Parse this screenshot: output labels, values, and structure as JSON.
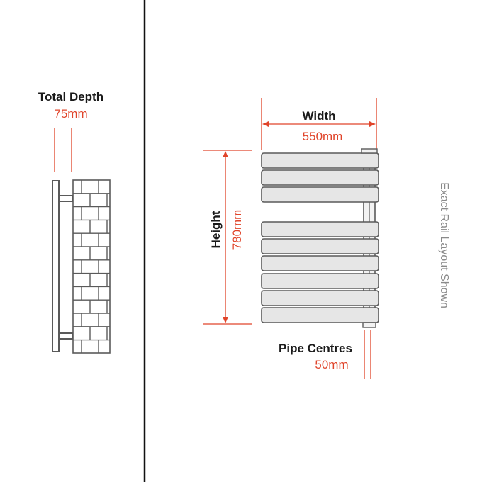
{
  "depth": {
    "label": "Total Depth",
    "value": "75mm"
  },
  "width": {
    "label": "Width",
    "value": "550mm"
  },
  "height": {
    "label": "Height",
    "value": "780mm"
  },
  "pipe_centres": {
    "label": "Pipe Centres",
    "value": "50mm"
  },
  "side_note": "Exact Rail Layout Shown",
  "colors": {
    "dimension_line": "#e0442a",
    "outline": "#5a5a5a",
    "rail_fill": "#e6e6e6",
    "divider": "#111111"
  }
}
